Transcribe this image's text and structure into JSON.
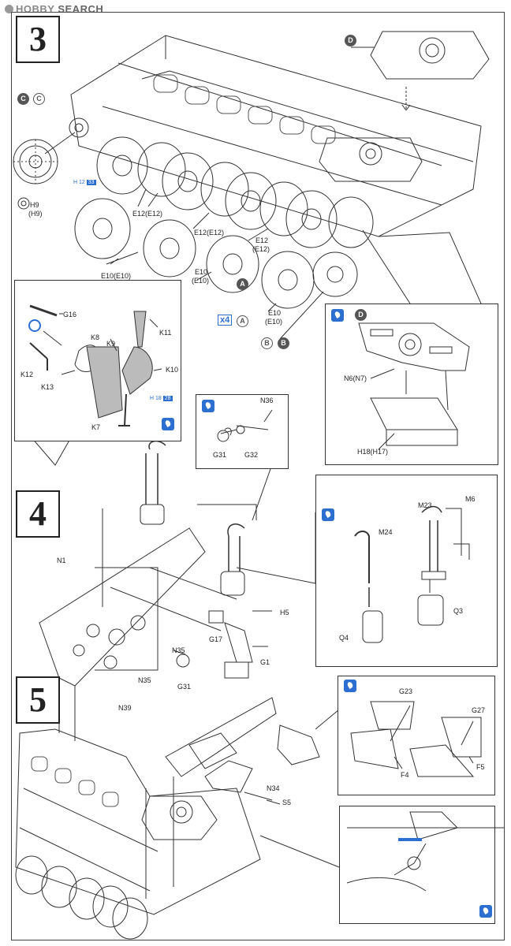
{
  "watermark": {
    "brand": "HOBBY",
    "suffix": "SEARCH"
  },
  "steps": {
    "s3": "3",
    "s4": "4",
    "s5": "5"
  },
  "markers": {
    "c": "C",
    "c_paren": "C",
    "d_top": "D",
    "d_sub": "D",
    "a1": "A",
    "a2": "A",
    "b1": "B",
    "b2": "B",
    "x4": "x4"
  },
  "step3_labels": {
    "h9": "H9",
    "h9p": "(H9)",
    "e12a": "E12(E12)",
    "e12b": "E12(E12)",
    "e12c": "E12",
    "e12cp": "(E12)",
    "e10a": "E10(E10)",
    "e10b": "E10",
    "e10bp": "(E10)",
    "e10c": "E10",
    "e10cp": "(E10)",
    "ref_h12": "H",
    "ref_h12_num": "12",
    "ref_h12_page": "33"
  },
  "inset_k": {
    "g16": "G16",
    "k11": "K11",
    "k8": "K8",
    "k9": "K9",
    "k12": "K12",
    "k13": "K13",
    "k10": "K10",
    "k7": "K7",
    "ref_h18": "H",
    "ref_h18_num": "18",
    "ref_h18_page": "28"
  },
  "inset_d": {
    "n6": "N6(N7)",
    "h18": "H18(H17)"
  },
  "step4_labels": {
    "n36": "N36",
    "g31a": "G31",
    "g32": "G32",
    "n1": "N1",
    "h5": "H5",
    "g17": "G17",
    "g1": "G1",
    "n35a": "N35",
    "n35b": "N35",
    "g31b": "G31",
    "n39": "N39"
  },
  "inset_m": {
    "m23": "M23",
    "m6": "M6",
    "m24": "M24",
    "q3": "Q3",
    "q4": "Q4"
  },
  "step5_labels": {
    "n34": "N34",
    "s5": "S5",
    "g23": "G23",
    "g27": "G27",
    "f4": "F4",
    "f5": "F5"
  },
  "colors": {
    "glue_icon": "#2d6fd1",
    "accent_blue": "#2d6fd1",
    "line": "#333333",
    "marker_fill": "#555555"
  }
}
